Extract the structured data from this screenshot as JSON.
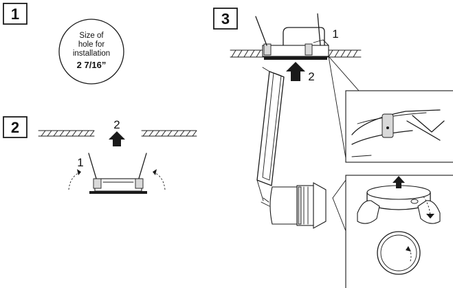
{
  "steps": [
    {
      "number": "1",
      "note_lines": [
        "Size of",
        "hole for",
        "installation"
      ],
      "dimension": "2 7/16”"
    },
    {
      "number": "2",
      "labels": [
        "1",
        "2"
      ]
    },
    {
      "number": "3",
      "labels": [
        "1",
        "2"
      ]
    }
  ],
  "colors": {
    "line": "#1a1a1a",
    "background": "#ffffff",
    "shade": "#d9d9d9"
  }
}
